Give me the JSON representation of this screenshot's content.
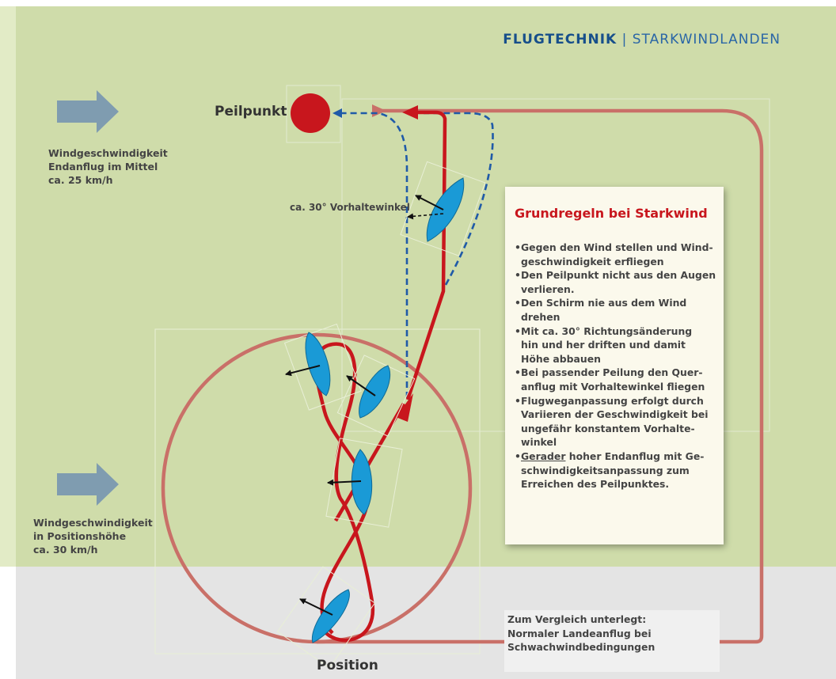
{
  "header": {
    "bold": "FLUGTECHNIK",
    "separator": "|",
    "subtitle": "STARKWINDLANDEN"
  },
  "labels": {
    "target": "Peilpunkt",
    "position": "Position",
    "crab_angle": "ca. 30° Vorhaltewinkel",
    "wind_top_1": "Windgeschwindigkeit",
    "wind_top_2": "Endanflug im Mittel",
    "wind_top_3": "ca. 25 km/h",
    "wind_bottom_1": "Windgeschwindigkeit",
    "wind_bottom_2": "in Positionshöhe",
    "wind_bottom_3": "ca. 30 km/h"
  },
  "rules": {
    "title": "Grundregeln bei Starkwind",
    "bullet": "•",
    "items": [
      "Gegen den Wind stellen und Wind-",
      "geschwindigkeit erfliegen",
      "Den Peilpunkt nicht aus den Augen",
      "verlieren.",
      "Den Schirm nie aus dem Wind",
      "drehen",
      "Mit ca. 30° Richtungsänderung",
      "hin und her driften und damit",
      "Höhe abbauen",
      "Bei passender Peilung den Quer-",
      "anflug mit Vorhaltewinkel fliegen",
      "Flugweganpassung erfolgt durch",
      "Variieren der Geschwindigkeit bei",
      "ungefähr konstantem Vorhalte-",
      "winkel",
      "Gerader",
      "hoher Endanflug mit Ge-",
      "schwindigkeitsanpassung zum",
      "Erreichen des Peilpunktes."
    ]
  },
  "compare": {
    "line1": "Zum Vergleich unterlegt:",
    "line2": "Normaler Landeanflug bei",
    "line3": "Schwachwindbedingungen"
  },
  "colors": {
    "green_bg": "#cfdcaa",
    "gray_bg": "#e4e4e4",
    "flight_path_red": "#c8161d",
    "comparison_path": "#c97068",
    "dashed_path_blue": "#1f5aa8",
    "wing_blue": "#1a9ad6",
    "wind_arrow": "#7f9cb0",
    "header_blue": "#1d5a96"
  }
}
